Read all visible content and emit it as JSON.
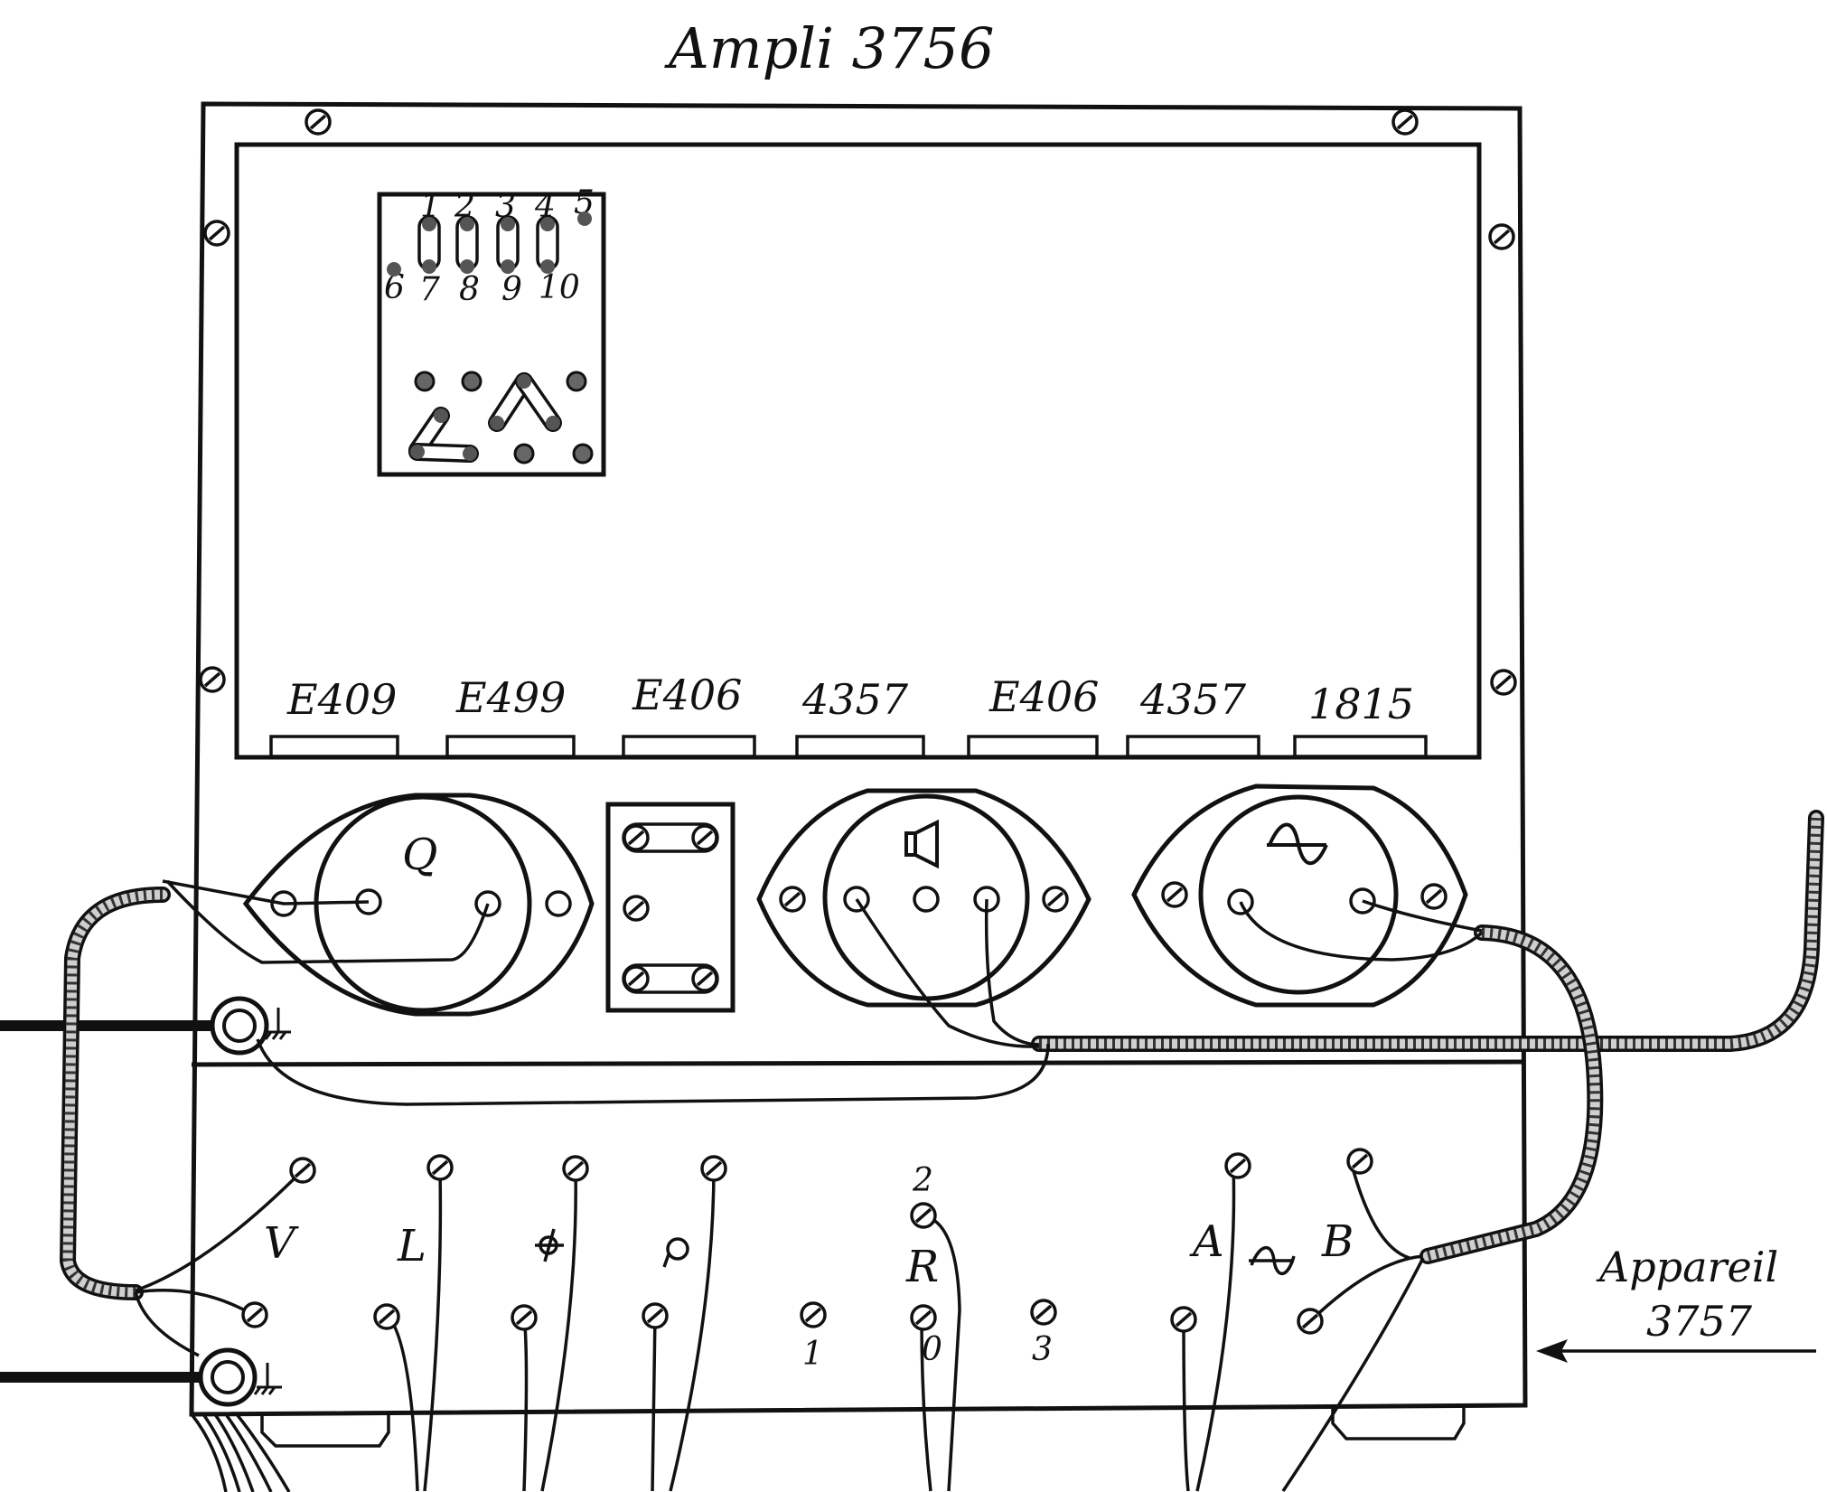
{
  "title": "Ampli 3756",
  "tube_labels": [
    "E409",
    "E499",
    "E406",
    "4357",
    "E406",
    "4357",
    "1815"
  ],
  "panel_pin_numbers": {
    "top": [
      "1",
      "2",
      "3",
      "4",
      "5"
    ],
    "bottom": [
      "6",
      "7",
      "8",
      "9",
      "10"
    ]
  },
  "sockets": [
    {
      "id": "socket-q",
      "symbol": "Q"
    },
    {
      "id": "socket-speaker",
      "symbol": "speaker-icon"
    },
    {
      "id": "socket-ac",
      "symbol": "ac-sine-icon"
    }
  ],
  "terminal_labels": {
    "v": "V",
    "l": "L",
    "a": "A",
    "b": "B",
    "r": "R",
    "r_top": "2",
    "one": "1",
    "zero": "0",
    "three": "3"
  },
  "annotation": {
    "line1": "Appareil",
    "line2": "3757"
  }
}
